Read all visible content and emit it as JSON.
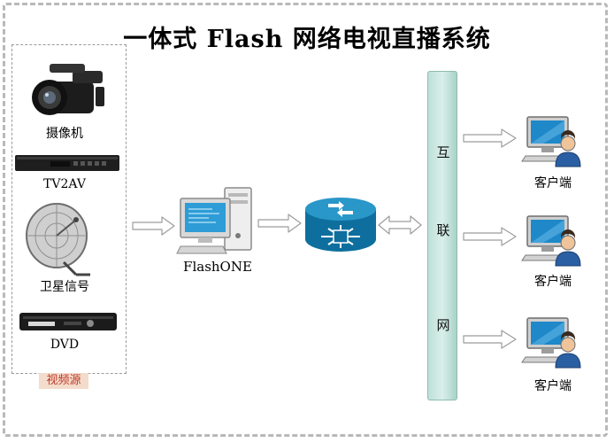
{
  "title": "一体式 Flash 网络电视直播系统",
  "sources": {
    "group_label": "视频源",
    "camera": "摄像机",
    "encoder": "TV2AV",
    "satellite": "卫星信号",
    "dvd": "DVD"
  },
  "server": {
    "label": "FlashONE"
  },
  "internet": {
    "chars": [
      "互",
      "联",
      "网"
    ]
  },
  "clients": [
    "客户端",
    "客户端",
    "客户端"
  ]
}
